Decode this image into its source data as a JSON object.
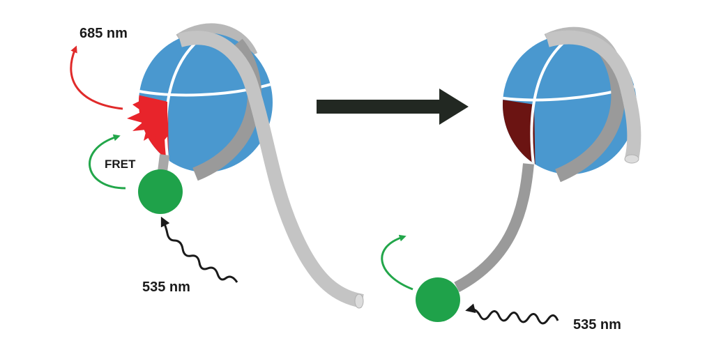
{
  "left_panel": {
    "emission_label": "685 nm",
    "fret_label": "FRET",
    "excitation_label": "535 nm"
  },
  "right_panel": {
    "excitation_label": "535 nm"
  },
  "colors": {
    "sphere": "#4a98cf",
    "acceptor_bright": "#e8242b",
    "acceptor_quenched": "#6b1412",
    "donor": "#1fa24a",
    "strand": "#c4c4c4",
    "strand_shadow": "#9a9a9a",
    "emission_arrow": "#e02a2a",
    "fret_arrow": "#22a64a",
    "excitation_wave": "#1a1a1a",
    "process_arrow": "#222822"
  }
}
